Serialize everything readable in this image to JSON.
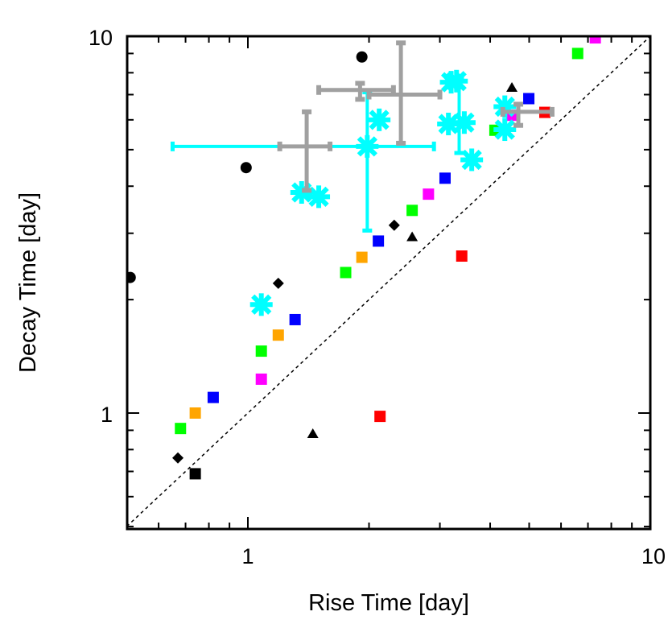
{
  "chart_data": {
    "type": "scatter",
    "title": "",
    "xlabel": "Rise Time [day]",
    "ylabel": "Decay Time [day]",
    "xscale": "log",
    "yscale": "log",
    "xlim": [
      0.5,
      10
    ],
    "ylim": [
      0.5,
      10
    ],
    "x_tick_labels": [
      "1",
      "10"
    ],
    "y_tick_labels": [
      "1",
      "10"
    ],
    "grid": false,
    "legend": null,
    "reference_line": {
      "type": "y=x",
      "style": "dashed",
      "color": "#000000"
    },
    "series": [
      {
        "name": "black-circles",
        "marker": "circle",
        "color": "#000000",
        "points": [
          [
            0.51,
            2.29
          ],
          [
            0.99,
            4.48
          ],
          [
            1.92,
            8.81
          ]
        ]
      },
      {
        "name": "black-squares",
        "marker": "square",
        "color": "#000000",
        "points": [
          [
            0.74,
            0.69
          ]
        ]
      },
      {
        "name": "black-diamonds",
        "marker": "diamond",
        "color": "#000000",
        "points": [
          [
            0.67,
            0.76
          ],
          [
            1.19,
            2.21
          ],
          [
            2.31,
            3.15
          ],
          [
            4.53,
            6.17
          ]
        ]
      },
      {
        "name": "black-triangles",
        "marker": "triangle",
        "color": "#000000",
        "points": [
          [
            1.45,
            0.88
          ],
          [
            2.56,
            2.93
          ],
          [
            4.53,
            7.3
          ]
        ]
      },
      {
        "name": "green-squares",
        "marker": "square",
        "color": "#00ff00",
        "points": [
          [
            0.68,
            0.91
          ],
          [
            1.08,
            1.46
          ],
          [
            1.75,
            2.36
          ],
          [
            2.56,
            3.45
          ],
          [
            4.11,
            5.63
          ],
          [
            6.6,
            9.0
          ]
        ]
      },
      {
        "name": "orange-squares",
        "marker": "square",
        "color": "#ffa500",
        "points": [
          [
            0.74,
            1.0
          ],
          [
            1.19,
            1.61
          ],
          [
            1.92,
            2.59
          ]
        ]
      },
      {
        "name": "blue-squares",
        "marker": "square",
        "color": "#0000ff",
        "points": [
          [
            0.82,
            1.1
          ],
          [
            1.31,
            1.77
          ],
          [
            2.11,
            2.86
          ],
          [
            3.09,
            4.2
          ],
          [
            4.99,
            6.83
          ]
        ]
      },
      {
        "name": "magenta-squares",
        "marker": "square",
        "color": "#ff00ff",
        "points": [
          [
            1.08,
            1.23
          ],
          [
            2.81,
            3.81
          ],
          [
            4.53,
            6.17
          ],
          [
            7.3,
            9.9
          ]
        ]
      },
      {
        "name": "red-squares",
        "marker": "square",
        "color": "#ff0000",
        "points": [
          [
            2.13,
            0.98
          ],
          [
            3.4,
            2.61
          ],
          [
            5.47,
            6.28
          ]
        ]
      },
      {
        "name": "cyan-stars",
        "marker": "star",
        "color": "#00ffff",
        "points": [
          [
            1.08,
            1.94
          ],
          [
            1.36,
            3.85
          ],
          [
            1.5,
            3.75
          ],
          [
            1.98,
            5.1
          ],
          [
            2.12,
            6.0
          ],
          [
            3.2,
            7.55
          ],
          [
            3.3,
            7.6
          ],
          [
            3.15,
            5.85
          ],
          [
            3.45,
            5.9
          ],
          [
            3.6,
            4.7
          ],
          [
            4.35,
            6.5
          ],
          [
            4.35,
            5.65
          ]
        ],
        "error_bars": [
          {
            "point": [
              1.98,
              5.1
            ],
            "xerr": [
              0.65,
              2.9
            ],
            "yerr": [
              3.05,
              7.1
            ]
          },
          {
            "point": [
              3.35,
              6.2
            ],
            "xerr": null,
            "yerr": [
              4.9,
              7.7
            ]
          }
        ]
      },
      {
        "name": "gray-error-crosses",
        "marker": "none",
        "color": "#a0a0a0",
        "points": [
          [
            1.4,
            5.1
          ],
          [
            1.9,
            7.2
          ],
          [
            2.4,
            7.0
          ],
          [
            4.7,
            6.3
          ]
        ],
        "error_bars": [
          {
            "point": [
              1.4,
              5.1
            ],
            "xerr": [
              1.2,
              1.6
            ],
            "yerr": [
              3.9,
              6.3
            ]
          },
          {
            "point": [
              1.9,
              7.2
            ],
            "xerr": [
              1.5,
              2.3
            ],
            "yerr": [
              6.8,
              7.5
            ]
          },
          {
            "point": [
              2.4,
              7.0
            ],
            "xerr": [
              2.0,
              3.0
            ],
            "yerr": [
              5.2,
              9.6
            ]
          },
          {
            "point": [
              4.7,
              6.3
            ],
            "xerr": [
              4.3,
              5.7
            ],
            "yerr": [
              5.8,
              6.6
            ]
          }
        ]
      }
    ]
  }
}
